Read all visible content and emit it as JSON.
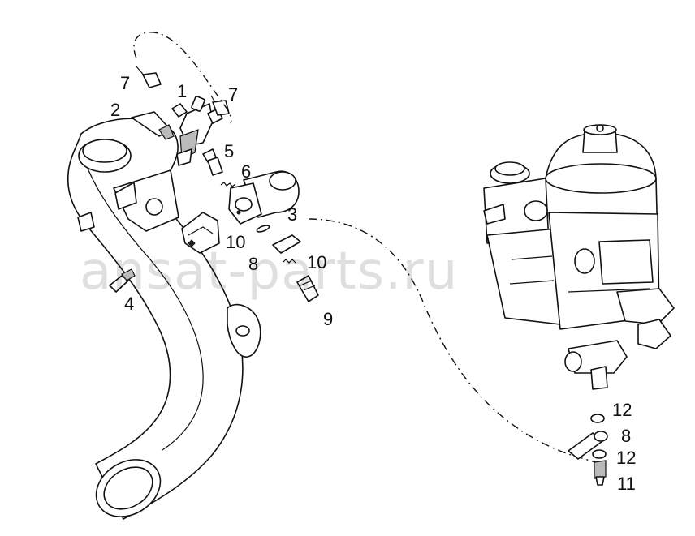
{
  "watermark": "ansat-parts.ru",
  "callouts": {
    "p7a": "7",
    "p1": "1",
    "p7b": "7",
    "p2": "2",
    "p5": "5",
    "p6": "6",
    "p3": "3",
    "p10a": "10",
    "p8a": "8",
    "p10b": "10",
    "p4": "4",
    "p9": "9",
    "p12a": "12",
    "p8b": "8",
    "p12b": "12",
    "p11": "11"
  },
  "colors": {
    "line": "#111111",
    "background": "#ffffff"
  }
}
